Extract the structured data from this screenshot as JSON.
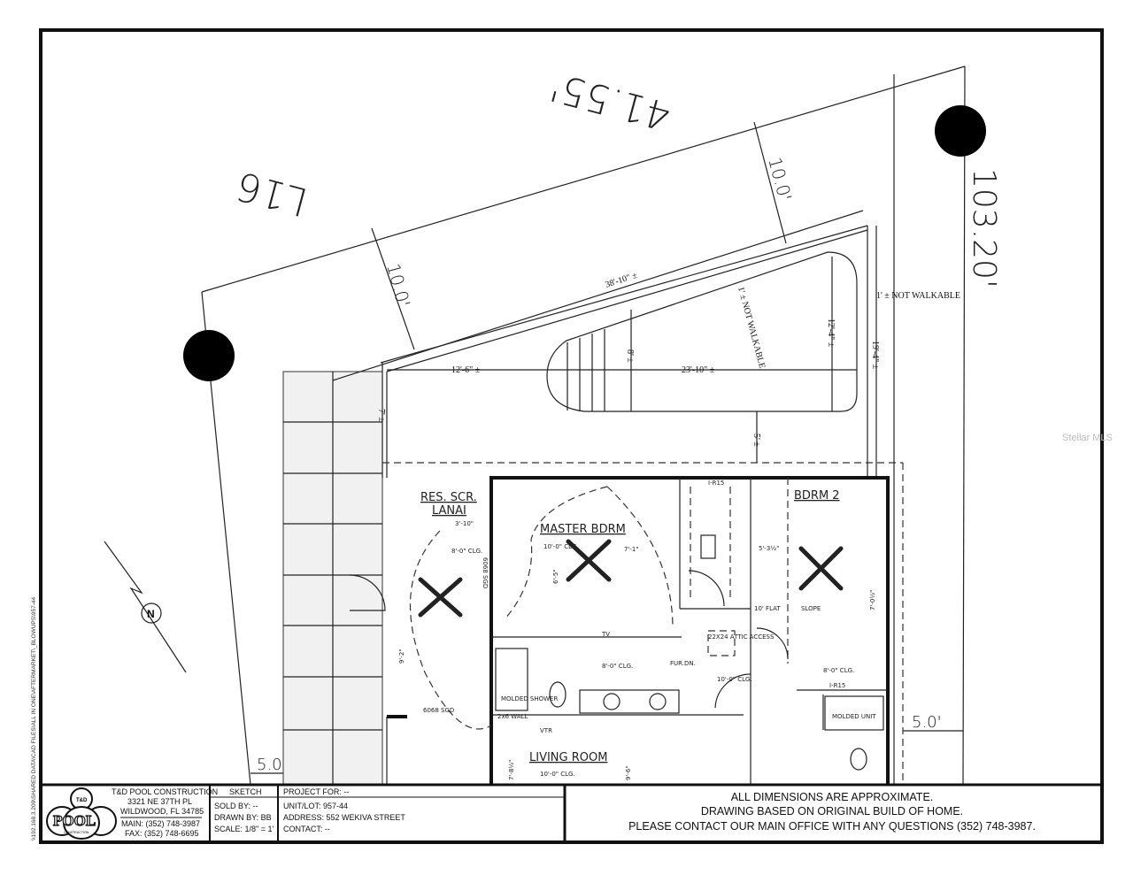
{
  "drawing": {
    "lot_dimensions": {
      "top": "41.55'",
      "right": "103.20'",
      "lot_label": "L16",
      "setback_top_left": "10.0'",
      "setback_top_right": "10.0'",
      "setback_bottom": "5.0'",
      "setback_right": "5.0'"
    },
    "pool_dimensions": {
      "deck_length": "38'-10\" ±",
      "left_deck": "12'-6\" ±",
      "pool_length": "23'-10\" ±",
      "pool_width": "8' ±",
      "pool_width_end": "12'-4\" ±",
      "overall_width": "19'-4\" ±",
      "to_house": "5' ±",
      "left_side": "7' ±",
      "not_walkable_1": "1' ± NOT WALKABLE",
      "not_walkable_2": "1' ± NOT WALKABLE"
    },
    "rooms": {
      "lanai_1": "RES. SCR.",
      "lanai_2": "LANAI",
      "master": "MASTER BDRM",
      "bdrm2": "BDRM 2",
      "living": "LIVING ROOM"
    },
    "annotations": {
      "lanai_width": "3'-10\"",
      "sgd_1": "6068 SGD",
      "sgd_2": "6068 SGD",
      "clg_8": "8'-0\" CLG.",
      "clg_10": "10'-0\" CLG.",
      "dim_71": "7'-1\"",
      "dim_65": "6'-5\"",
      "dim_92": "9'-2\"",
      "dim_53": "5'-3½\"",
      "dim_70": "7'-0½\"",
      "flat": "10' FLAT",
      "slope": "SLOPE",
      "attic": "22X24 ATTIC ACCESS",
      "molded_shower": "MOLDED SHOWER",
      "molded_unit": "MOLDED UNIT",
      "vtr": "VTR",
      "tv": "TV",
      "ir15": "I-R15",
      "fur_dn": "FUR.DN.",
      "wall": "2x6 WALL",
      "dim_78": "7'-8½\"",
      "dim_96": "9'-6\""
    },
    "north": "N",
    "file_path": "\\\\192.168.3.209\\SHARED DATA\\CAD FILES\\ALL IN ONE\\AFTERMARKET\\_BLOWUPS\\957-44",
    "watermark": "Stellar MLS"
  },
  "title_block": {
    "company": {
      "name": "T&D POOL CONSTRUCTION",
      "street": "3321 NE 37TH PL",
      "city": "WILDWOOD, FL 34785",
      "main": "MAIN: (352) 748-3987",
      "fax": "FAX: (352) 748-6695",
      "logo_text": "POOL",
      "logo_top": "T&D",
      "logo_bottom": "CONSTRUCTION"
    },
    "sketch": {
      "header": "SKETCH",
      "sold_by": "SOLD BY: --",
      "drawn_by": "DRAWN BY: BB",
      "scale": "SCALE: 1/8\" = 1'"
    },
    "project": {
      "project_for": "PROJECT FOR: --",
      "unit_lot": "UNIT/LOT: 957-44",
      "address": "ADDRESS: 552 WEKIVA STREET",
      "contact": "CONTACT: --"
    },
    "notes": [
      "ALL DIMENSIONS ARE APPROXIMATE.",
      "DRAWING BASED ON ORIGINAL BUILD OF HOME.",
      "PLEASE CONTACT OUR MAIN OFFICE WITH ANY QUESTIONS (352) 748-3987."
    ]
  }
}
